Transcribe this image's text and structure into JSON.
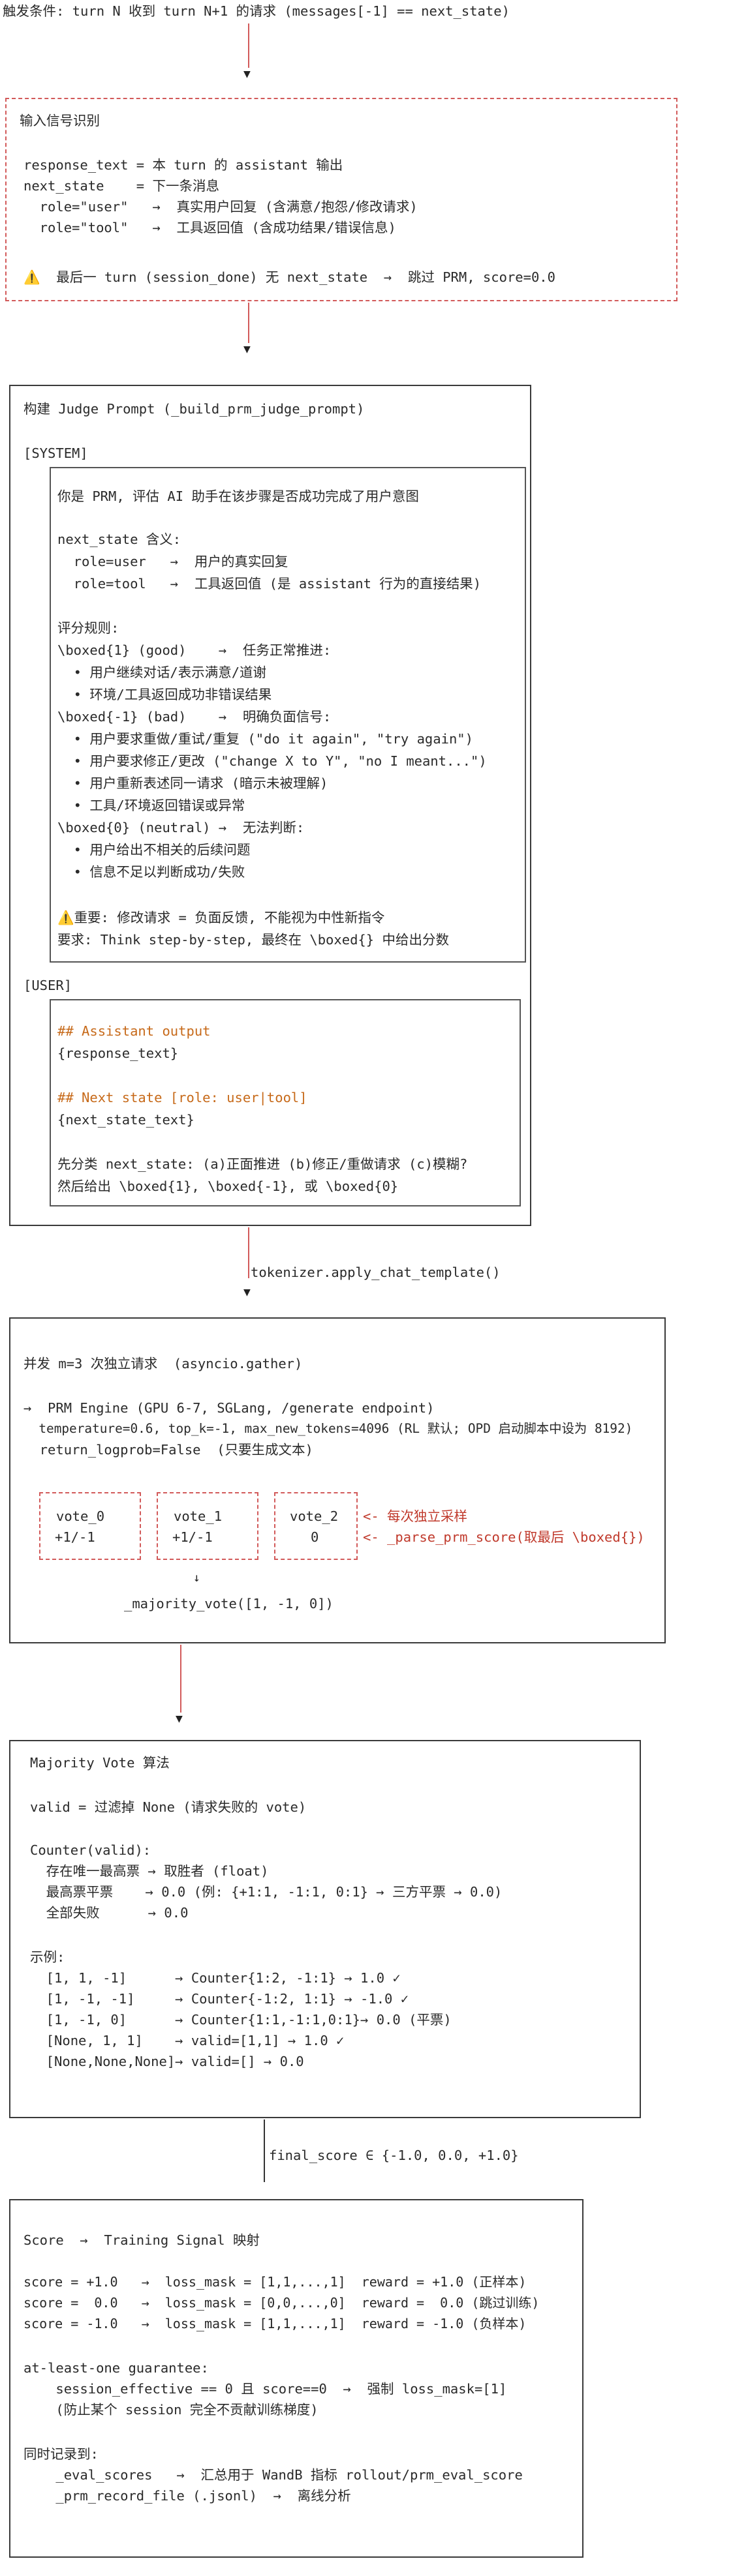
{
  "header": "触发条件: turn N 收到 turn N+1 的请求 (messages[-1] == next_state)",
  "box1": {
    "lines": [
      "输入信号识别",
      "response_text = 本 turn 的 assistant 输出",
      "next_state    = 下一条消息",
      "  role=\"user\"   →  真实用户回复 (含满意/抱怨/修改请求)",
      "  role=\"tool\"   →  工具返回值 (含成功结果/错误信息)",
      "⚠️  最后一 turn (session_done) 无 next_state  →  跳过 PRM, score=0.0"
    ]
  },
  "box2": {
    "title": "构建 Judge Prompt (_build_prm_judge_prompt)",
    "system_label": "[SYSTEM]",
    "system_lines": [
      "你是 PRM, 评估 AI 助手在该步骤是否成功完成了用户意图",
      "next_state 含义:",
      "  role=user   →  用户的真实回复",
      "  role=tool   →  工具返回值 (是 assistant 行为的直接结果)",
      "评分规则:",
      "\\boxed{1} (good)    →  任务正常推进:",
      "  • 用户继续对话/表示满意/道谢",
      "  • 环境/工具返回成功非错误结果",
      "\\boxed{-1} (bad)    →  明确负面信号:",
      "  • 用户要求重做/重试/重复 (\"do it again\", \"try again\")",
      "  • 用户要求修正/更改 (\"change X to Y\", \"no I meant...\")",
      "  • 用户重新表述同一请求 (暗示未被理解)",
      "  • 工具/环境返回错误或异常",
      "\\boxed{0} (neutral) →  无法判断:",
      "  • 用户给出不相关的后续问题",
      "  • 信息不足以判断成功/失败",
      "⚠️重要: 修改请求 = 负面反馈, 不能视为中性新指令",
      "要求: Think step-by-step, 最终在 \\boxed{} 中给出分数"
    ],
    "user_label": "[USER]",
    "user_lines": [
      "## Assistant output",
      "{response_text}",
      "## Next state [role: user|tool]",
      "{next_state_text}",
      "先分类 next_state: (a)正面推进 (b)修正/重做请求 (c)模糊?",
      "然后给出 \\boxed{1}, \\boxed{-1}, 或 \\boxed{0}"
    ]
  },
  "conn2": "tokenizer.apply_chat_template()",
  "box3": {
    "lines": [
      "并发 m=3 次独立请求  (asyncio.gather)",
      "→  PRM Engine (GPU 6-7, SGLang, /generate endpoint)",
      "  temperature=0.6, top_k=-1, max_new_tokens=4096 (RL 默认; OPD 启动脚本中设为 8192)",
      "  return_logprob=False  (只要生成文本)"
    ],
    "votes": [
      {
        "name": "vote_0",
        "value": "+1/-1"
      },
      {
        "name": "vote_1",
        "value": "+1/-1"
      },
      {
        "name": "vote_2",
        "value": "0"
      }
    ],
    "note1": "<- 每次独立采样",
    "note2": "<- _parse_prm_score(取最后 \\boxed{})",
    "majority": "_majority_vote([1, -1, 0])"
  },
  "box4": {
    "lines": [
      "Majority Vote 算法",
      "valid = 过滤掉 None (请求失败的 vote)",
      "Counter(valid):",
      "  存在唯一最高票 → 取胜者 (float)",
      "  最高票平票    → 0.0 (例: {+1:1, -1:1, 0:1} → 三方平票 → 0.0)",
      "  全部失败      → 0.0",
      "示例:",
      "  [1, 1, -1]      → Counter{1:2, -1:1} → 1.0 ✓",
      "  [1, -1, -1]     → Counter{-1:2, 1:1} → -1.0 ✓",
      "  [1, -1, 0]      → Counter{1:1,-1:1,0:1}→ 0.0 (平票)",
      "  [None, 1, 1]    → valid=[1,1] → 1.0 ✓",
      "  [None,None,None]→ valid=[] → 0.0"
    ]
  },
  "conn4": "final_score ∈ {-1.0, 0.0, +1.0}",
  "box5": {
    "lines": [
      "Score  →  Training Signal 映射",
      "score = +1.0   →  loss_mask = [1,1,...,1]  reward = +1.0 (正样本)",
      "score =  0.0   →  loss_mask = [0,0,...,0]  reward =  0.0 (跳过训练)",
      "score = -1.0   →  loss_mask = [1,1,...,1]  reward = -1.0 (负样本)",
      "at-least-one guarantee:",
      "    session_effective == 0 且 score==0  →  强制 loss_mask=[1]",
      "    (防止某个 session 完全不贡献训练梯度)",
      "同时记录到:",
      "    _eval_scores   →  汇总用于 WandB 指标 rollout/prm_eval_score",
      "    _prm_record_file (.jsonl)  →  离线分析"
    ]
  }
}
